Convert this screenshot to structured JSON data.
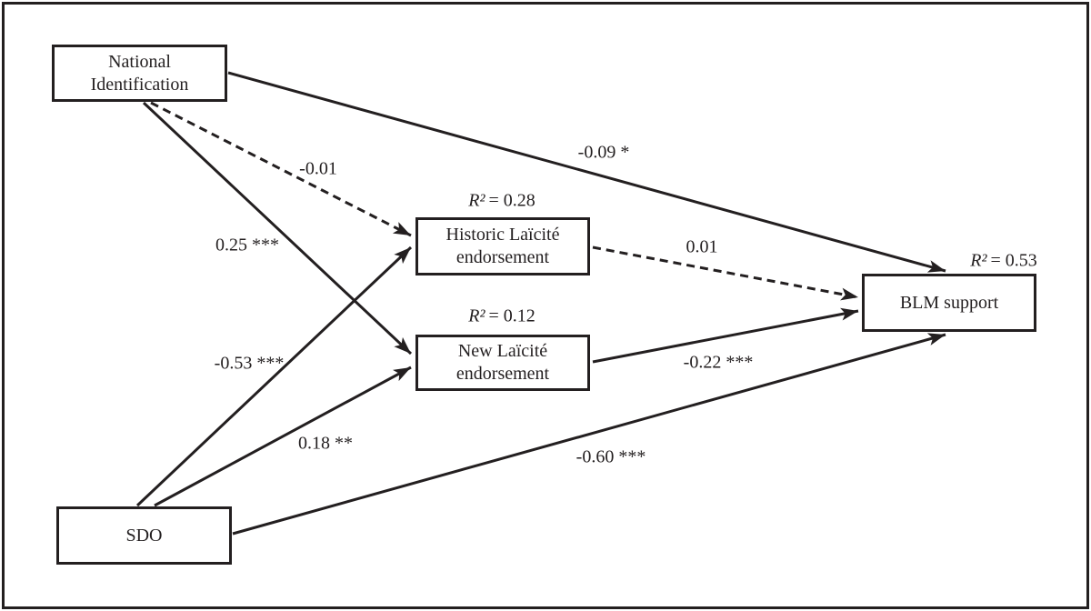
{
  "figure": {
    "type": "path-model-diagram",
    "colors": {
      "line": "#231f20",
      "background": "#ffffff"
    },
    "nodes": {
      "national_identification": {
        "label": "National Identification"
      },
      "sdo": {
        "label": "SDO"
      },
      "historic_laicite": {
        "label": "Historic Laïcité endorsement",
        "r2_symbol": "R²",
        "r2_value": "= 0.28"
      },
      "new_laicite": {
        "label": "New Laïcité endorsement",
        "r2_symbol": "R²",
        "r2_value": "= 0.12"
      },
      "blm_support": {
        "label": "BLM support",
        "r2_symbol": "R²",
        "r2_value": "= 0.53"
      }
    },
    "paths": {
      "ni_to_blm": {
        "from": "National Identification",
        "to": "BLM support",
        "coefficient": "-0.09 *",
        "style": "solid"
      },
      "ni_to_historic": {
        "from": "National Identification",
        "to": "Historic Laïcité endorsement",
        "coefficient": "-0.01",
        "style": "dashed"
      },
      "ni_to_new": {
        "from": "National Identification",
        "to": "New Laïcité endorsement",
        "coefficient": "0.25 ***",
        "style": "solid"
      },
      "sdo_to_historic": {
        "from": "SDO",
        "to": "Historic Laïcité endorsement",
        "coefficient": "-0.53 ***",
        "style": "solid"
      },
      "sdo_to_new": {
        "from": "SDO",
        "to": "New Laïcité endorsement",
        "coefficient": "0.18 **",
        "style": "solid"
      },
      "sdo_to_blm": {
        "from": "SDO",
        "to": "BLM support",
        "coefficient": "-0.60 ***",
        "style": "solid"
      },
      "historic_to_blm": {
        "from": "Historic Laïcité endorsement",
        "to": "BLM support",
        "coefficient": "0.01",
        "style": "dashed"
      },
      "new_to_blm": {
        "from": "New Laïcité endorsement",
        "to": "BLM support",
        "coefficient": "-0.22 ***",
        "style": "solid"
      }
    }
  }
}
